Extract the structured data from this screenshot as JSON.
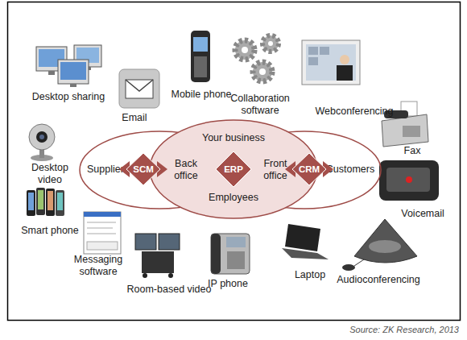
{
  "diagram": {
    "caption": "Source: ZK Research, 2013",
    "nodes": [
      {
        "text": [
          "Suppliers"
        ]
      },
      {
        "text": [
          "Your business",
          "Back office",
          "Front office",
          "Employees"
        ]
      },
      {
        "text": [
          "Customers"
        ]
      },
      {
        "text": [
          "SCM"
        ]
      },
      {
        "text": [
          "ERP"
        ],
        "in": 1
      },
      {
        "text": [
          "CRM"
        ]
      }
    ],
    "labels": [
      "Desktop sharing",
      "Email",
      "Mobile phone",
      "Collaboration software",
      "Webconferencing",
      "Desktop video",
      "Fax",
      "Smart phone",
      "Voicemail",
      "Messaging software",
      "Room-based video",
      "IP phone",
      "Laptop",
      "Audioconferencing"
    ]
  }
}
